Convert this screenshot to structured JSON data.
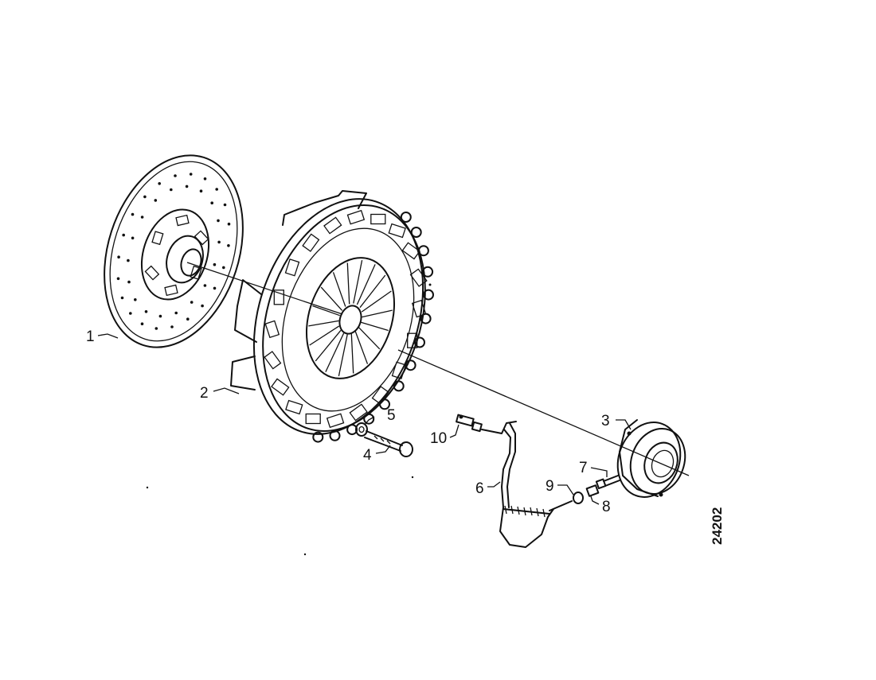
{
  "diagram": {
    "reference_number": "24202",
    "parts": [
      {
        "number": "1"
      },
      {
        "number": "2"
      },
      {
        "number": "3"
      },
      {
        "number": "4"
      },
      {
        "number": "5"
      },
      {
        "number": "6"
      },
      {
        "number": "7"
      },
      {
        "number": "8"
      },
      {
        "number": "9"
      },
      {
        "number": "10"
      }
    ]
  }
}
